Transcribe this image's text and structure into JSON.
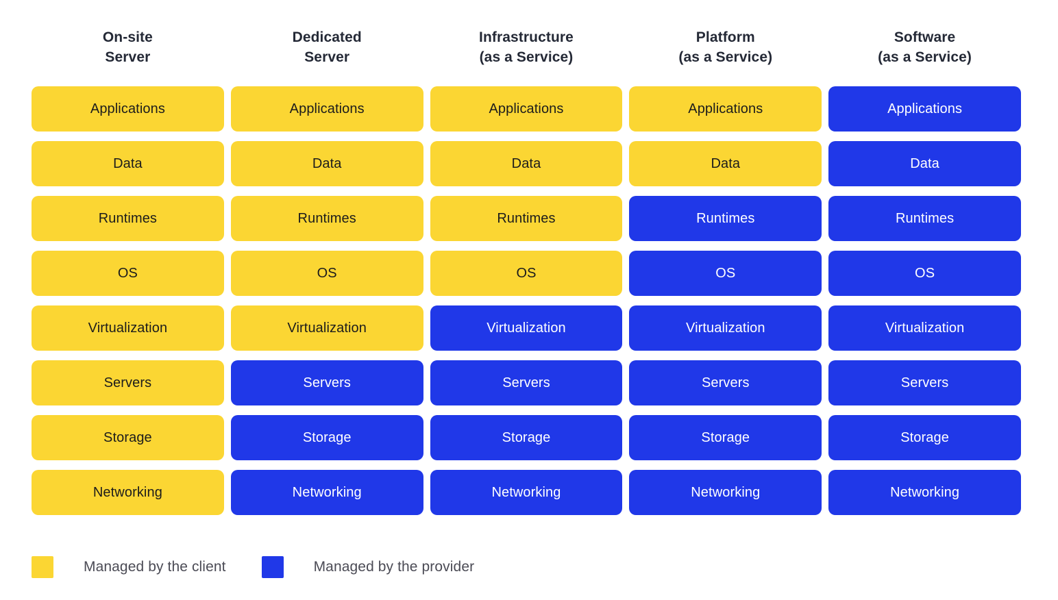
{
  "diagram": {
    "columns": [
      {
        "id": "on-site-server",
        "line1": "On-site",
        "line2": "Server"
      },
      {
        "id": "dedicated-server",
        "line1": "Dedicated",
        "line2": "Server"
      },
      {
        "id": "infrastructure-aas",
        "line1": "Infrastructure",
        "line2": "(as a Service)"
      },
      {
        "id": "platform-aas",
        "line1": "Platform",
        "line2": "(as a Service)"
      },
      {
        "id": "software-aas",
        "line1": "Software",
        "line2": "(as a Service)"
      }
    ],
    "layers": [
      "Applications",
      "Data",
      "Runtimes",
      "OS",
      "Virtualization",
      "Servers",
      "Storage",
      "Networking"
    ],
    "rows": [
      {
        "layer": "Applications",
        "cells": [
          {
            "column": "on-site-server",
            "label": "Applications",
            "owner": "client"
          },
          {
            "column": "dedicated-server",
            "label": "Applications",
            "owner": "client"
          },
          {
            "column": "infrastructure-aas",
            "label": "Applications",
            "owner": "client"
          },
          {
            "column": "platform-aas",
            "label": "Applications",
            "owner": "client"
          },
          {
            "column": "software-aas",
            "label": "Applications",
            "owner": "provider"
          }
        ]
      },
      {
        "layer": "Data",
        "cells": [
          {
            "column": "on-site-server",
            "label": "Data",
            "owner": "client"
          },
          {
            "column": "dedicated-server",
            "label": "Data",
            "owner": "client"
          },
          {
            "column": "infrastructure-aas",
            "label": "Data",
            "owner": "client"
          },
          {
            "column": "platform-aas",
            "label": "Data",
            "owner": "client"
          },
          {
            "column": "software-aas",
            "label": "Data",
            "owner": "provider"
          }
        ]
      },
      {
        "layer": "Runtimes",
        "cells": [
          {
            "column": "on-site-server",
            "label": "Runtimes",
            "owner": "client"
          },
          {
            "column": "dedicated-server",
            "label": "Runtimes",
            "owner": "client"
          },
          {
            "column": "infrastructure-aas",
            "label": "Runtimes",
            "owner": "client"
          },
          {
            "column": "platform-aas",
            "label": "Runtimes",
            "owner": "provider"
          },
          {
            "column": "software-aas",
            "label": "Runtimes",
            "owner": "provider"
          }
        ]
      },
      {
        "layer": "OS",
        "cells": [
          {
            "column": "on-site-server",
            "label": "OS",
            "owner": "client"
          },
          {
            "column": "dedicated-server",
            "label": "OS",
            "owner": "client"
          },
          {
            "column": "infrastructure-aas",
            "label": "OS",
            "owner": "client"
          },
          {
            "column": "platform-aas",
            "label": "OS",
            "owner": "provider"
          },
          {
            "column": "software-aas",
            "label": "OS",
            "owner": "provider"
          }
        ]
      },
      {
        "layer": "Virtualization",
        "cells": [
          {
            "column": "on-site-server",
            "label": "Virtualization",
            "owner": "client"
          },
          {
            "column": "dedicated-server",
            "label": "Virtualization",
            "owner": "client"
          },
          {
            "column": "infrastructure-aas",
            "label": "Virtualization",
            "owner": "provider"
          },
          {
            "column": "platform-aas",
            "label": "Virtualization",
            "owner": "provider"
          },
          {
            "column": "software-aas",
            "label": "Virtualization",
            "owner": "provider"
          }
        ]
      },
      {
        "layer": "Servers",
        "cells": [
          {
            "column": "on-site-server",
            "label": "Servers",
            "owner": "client"
          },
          {
            "column": "dedicated-server",
            "label": "Servers",
            "owner": "provider"
          },
          {
            "column": "infrastructure-aas",
            "label": "Servers",
            "owner": "provider"
          },
          {
            "column": "platform-aas",
            "label": "Servers",
            "owner": "provider"
          },
          {
            "column": "software-aas",
            "label": "Servers",
            "owner": "provider"
          }
        ]
      },
      {
        "layer": "Storage",
        "cells": [
          {
            "column": "on-site-server",
            "label": "Storage",
            "owner": "client"
          },
          {
            "column": "dedicated-server",
            "label": "Storage",
            "owner": "provider"
          },
          {
            "column": "infrastructure-aas",
            "label": "Storage",
            "owner": "provider"
          },
          {
            "column": "platform-aas",
            "label": "Storage",
            "owner": "provider"
          },
          {
            "column": "software-aas",
            "label": "Storage",
            "owner": "provider"
          }
        ]
      },
      {
        "layer": "Networking",
        "cells": [
          {
            "column": "on-site-server",
            "label": "Networking",
            "owner": "client"
          },
          {
            "column": "dedicated-server",
            "label": "Networking",
            "owner": "provider"
          },
          {
            "column": "infrastructure-aas",
            "label": "Networking",
            "owner": "provider"
          },
          {
            "column": "platform-aas",
            "label": "Networking",
            "owner": "provider"
          },
          {
            "column": "software-aas",
            "label": "Networking",
            "owner": "provider"
          }
        ]
      }
    ]
  },
  "legend": {
    "items": [
      {
        "key": "client",
        "label": "Managed by the client",
        "color": "#FBD633"
      },
      {
        "key": "provider",
        "label": "Managed by the provider",
        "color": "#2038E8"
      }
    ]
  },
  "colors": {
    "client": "#FBD633",
    "provider": "#2038E8",
    "header_text": "#242936",
    "client_text": "#1C1C1C",
    "provider_text": "#FFFFFF",
    "legend_text": "#4B4B55",
    "background": "#FFFFFF"
  }
}
